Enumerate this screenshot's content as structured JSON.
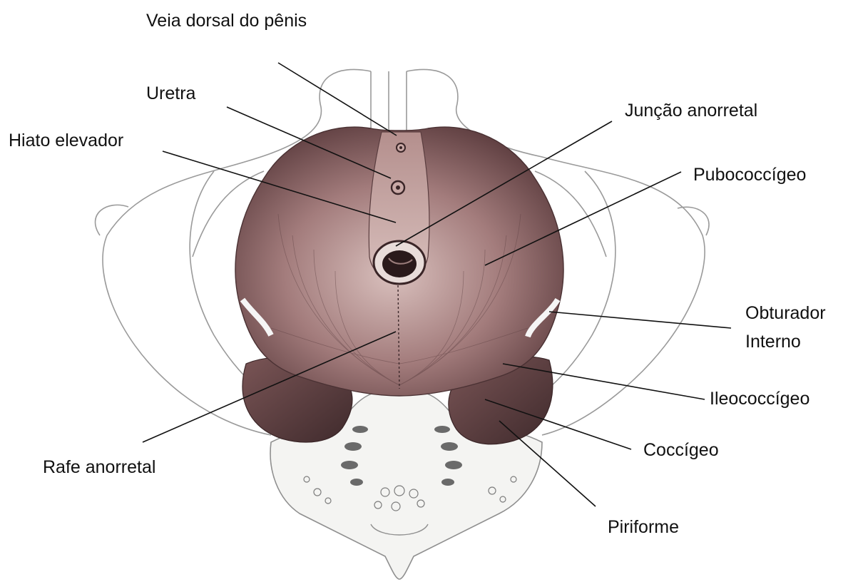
{
  "labels": {
    "veia_dorsal": "Veia dorsal do pênis",
    "uretra": "Uretra",
    "hiato": "Hiato elevador",
    "juncao": "Junção anorretal",
    "pubococcigeo": "Pubococcígeo",
    "obturador_1": "Obturador",
    "obturador_2": "Interno",
    "ileococcigeo": "Ileococcígeo",
    "coccigeo": "Coccígeo",
    "rafe": "Rafe anorretal",
    "piriforme": "Piriforme"
  },
  "colors": {
    "muscle_dark": "#6e4a4c",
    "muscle_mid": "#a37c7c",
    "muscle_light": "#d9c0bd",
    "bone_outline": "#9a9a9a",
    "sacrum_fill": "#f4f4f2",
    "leader": "#111111"
  }
}
